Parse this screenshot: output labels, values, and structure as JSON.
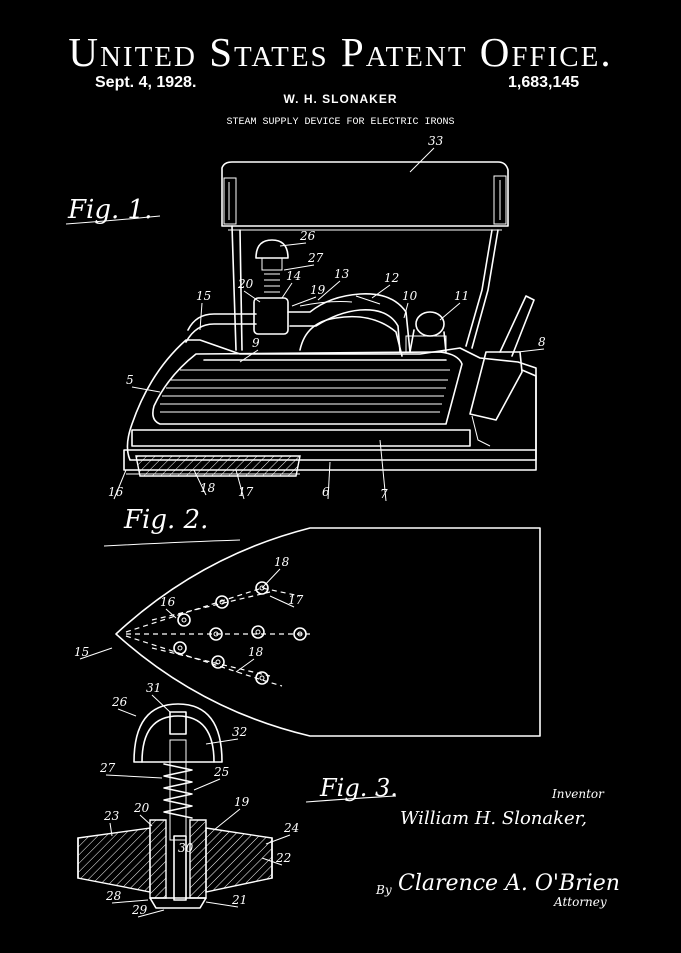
{
  "header": {
    "office": "United States Patent Office.",
    "date": "Sept. 4, 1928.",
    "number": "1,683,145",
    "inventor_name": "W. H. SLONAKER",
    "subject": "STEAM SUPPLY DEVICE FOR ELECTRIC IRONS"
  },
  "figures": {
    "fig1": "Fig. 1.",
    "fig2": "Fig. 2.",
    "fig3": "Fig. 3."
  },
  "fig1_labels": [
    "33",
    "26",
    "27",
    "14",
    "20",
    "13",
    "12",
    "10",
    "11",
    "15",
    "19",
    "9",
    "8",
    "5",
    "16",
    "18",
    "17",
    "6",
    "7"
  ],
  "fig2_labels": [
    "18",
    "16",
    "17",
    "15",
    "18"
  ],
  "fig3_labels": [
    "26",
    "31",
    "32",
    "27",
    "25",
    "20",
    "23",
    "19",
    "24",
    "30",
    "22",
    "28",
    "29",
    "21"
  ],
  "signature": {
    "inventor_caption": "Inventor",
    "inventor_signature": "William H. Slonaker,",
    "by": "By",
    "attorney_signature": "Clarence A. O'Brien",
    "attorney_caption": "Attorney"
  }
}
